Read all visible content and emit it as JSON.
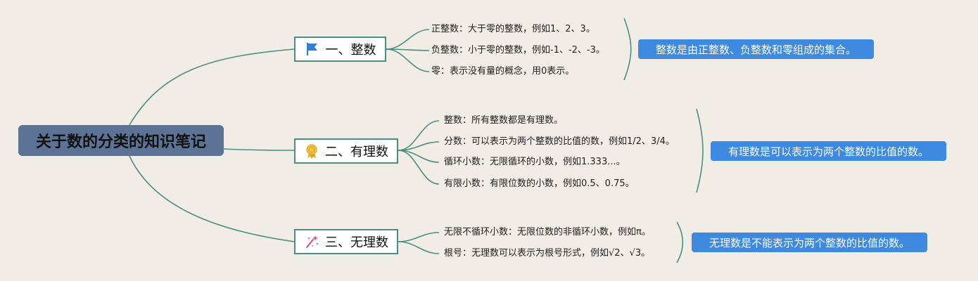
{
  "root": {
    "title": "关于数的分类的知识笔记"
  },
  "branches": [
    {
      "label": "一、整数",
      "icon": "flag-icon",
      "leaves": [
        "正整数：大于零的整数，例如1、2、3。",
        "负整数：小于零的整数，例如-1、-2、-3。",
        "零：表示没有量的概念，用0表示。"
      ],
      "summary": "整数是由正整数、负整数和零组成的集合。"
    },
    {
      "label": "二、有理数",
      "icon": "award-ribbon-icon",
      "leaves": [
        "整数：所有整数都是有理数。",
        "分数：可以表示为两个整数的比值的数，例如1/2、3/4。",
        "循环小数：无限循环的小数，例如1.333...。",
        "有限小数：有限位数的小数，例如0.5、0.75。"
      ],
      "summary": "有理数是可以表示为两个整数的比值的数。"
    },
    {
      "label": "三、无理数",
      "icon": "sparkle-wand-icon",
      "leaves": [
        "无限不循环小数：无限位数的非循环小数，例如π。",
        "根号：无理数可以表示为根号形式，例如√2、√3。"
      ],
      "summary": "无理数是不能表示为两个整数的比值的数。"
    }
  ],
  "colors": {
    "background": "#f1ece6",
    "root_fill": "#5c7396",
    "branch_border": "#4a8f80",
    "connector": "#4a8f80",
    "summary_fill": "#3d8ae0"
  }
}
